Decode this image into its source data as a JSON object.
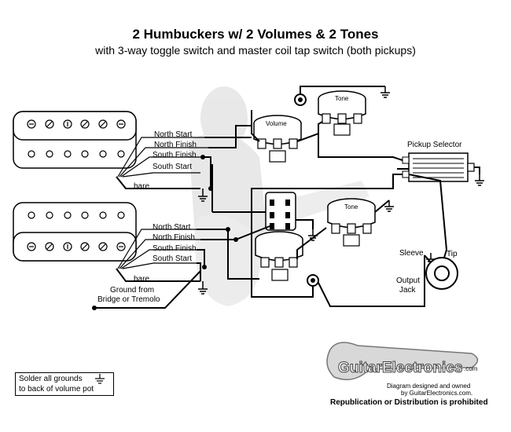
{
  "title": "2 Humbuckers w/ 2 Volumes & 2 Tones",
  "subtitle": "with 3-way toggle switch and master coil tap switch (both pickups)",
  "labels": {
    "tone_top": "Tone",
    "tone_bottom": "Tone",
    "volume": "Volume",
    "pickup_selector": "Pickup Selector",
    "sleeve": "Sleeve",
    "tip": "Tip",
    "output_jack_1": "Output",
    "output_jack_2": "Jack",
    "ground_from_1": "Ground from",
    "ground_from_2": "Bridge or Tremolo"
  },
  "wire_labels_neck": [
    "North Start",
    "North Finish",
    "South Finish",
    "South Start",
    "bare"
  ],
  "wire_labels_bridge": [
    "North Start",
    "North Finish",
    "South Finish",
    "South Start",
    "bare"
  ],
  "note": {
    "line1": "Solder all grounds",
    "line2": "to back of volume pot"
  },
  "logo": {
    "name": "GuitarElectronics",
    "suffix": ".com",
    "credit1": "Diagram designed and owned",
    "credit2": "by GuitarElectronics.com.",
    "notice": "Republication or Distribution is prohibited"
  }
}
